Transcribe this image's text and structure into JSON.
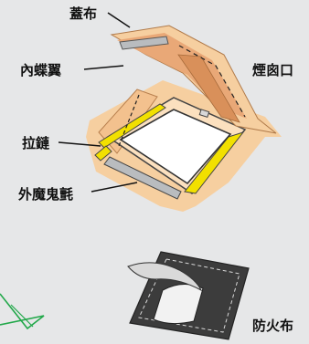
{
  "labels": {
    "canopy": "蓋布",
    "inner_flap": "內蝶翼",
    "zipper": "拉鏈",
    "outer_valance": "外魔鬼氈",
    "chimney": "煙囪口",
    "fire_cloth": "防火布"
  },
  "colors": {
    "background": "#e6e7e8",
    "flap_fill": "#f6cfa0",
    "flap_dark": "#d9905a",
    "zipper": "#f2e000",
    "fire_cloth": "#3c3c3c",
    "leader_line": "#111111",
    "accent_green": "#22a84a"
  }
}
